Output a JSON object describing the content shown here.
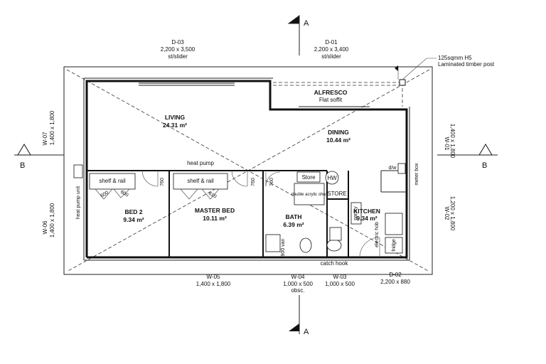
{
  "sections": {
    "a_top": "A",
    "a_bottom": "A",
    "b_left": "B",
    "b_right": "B"
  },
  "doors": {
    "d03": {
      "id": "D-03",
      "size": "2,200 x 3,500",
      "type": "st/slider"
    },
    "d01": {
      "id": "D-01",
      "size": "2,200 x 3,400",
      "type": "st/slider"
    },
    "d02": {
      "id": "D-02",
      "size": "2,200 x 880"
    }
  },
  "windows": {
    "w07": {
      "id": "W-07",
      "size": "1,400 x 1,800"
    },
    "w06": {
      "id": "W-06",
      "size": "1,400 x 1,800"
    },
    "w01": {
      "id": "W-01",
      "size": "1,400 x 1,800"
    },
    "w02": {
      "id": "W-02",
      "size": "1,200 x 1,800"
    },
    "w05": {
      "id": "W-05",
      "size": "1,400 x 1,800"
    },
    "w04": {
      "id": "W-04",
      "size": "1,000 x 500",
      "note": "obsc."
    },
    "w03": {
      "id": "W-03",
      "size": "1,000 x 500"
    }
  },
  "post_note": {
    "line1": "125sqmm H5",
    "line2": "Laminated timber post"
  },
  "rooms": {
    "living": {
      "name": "LIVING",
      "area": "24.31 m²"
    },
    "alfresco": {
      "name": "ALFRESCO",
      "note": "Flat soffit"
    },
    "dining": {
      "name": "DINING",
      "area": "10.44 m²"
    },
    "bed2": {
      "name": "BED 2",
      "area": "9.34 m²"
    },
    "master": {
      "name": "MASTER BED",
      "area": "10.11 m²"
    },
    "bath": {
      "name": "BATH",
      "area": "6.39 m²"
    },
    "kitchen": {
      "name": "KITCHEN",
      "area": "9.34 m²"
    }
  },
  "labels": {
    "heat_pump": "heat pump",
    "heat_pump_unit": "heat pump unit",
    "shelf_rail_1": "shelf & rail",
    "shelf_rail_2": "shelf & rail",
    "store": "Store",
    "hw": "HW",
    "store2": "STORE",
    "shower": "double acrylic shwr",
    "pantry": "pantry",
    "dw": "d/w",
    "fridge": "fridge",
    "electric_hob": "electric hob",
    "meter_box": "meter box",
    "catch_hook": "catch hook",
    "vanity": "900 van",
    "dim_760_a": "760",
    "dim_760_b": "760",
    "dim_760_c": "760",
    "dim_600_a": "600",
    "dim_600_b": "600",
    "dim_610": "610"
  }
}
